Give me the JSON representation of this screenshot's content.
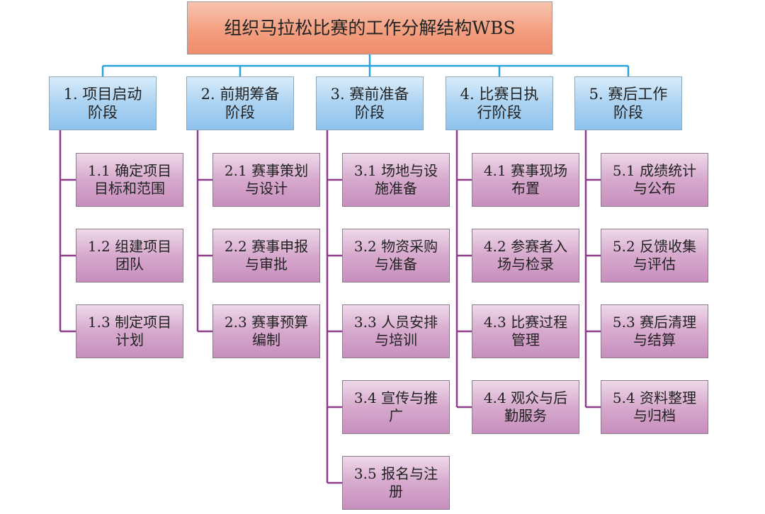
{
  "root": {
    "label": "组织马拉松比赛的工作分解结构WBS"
  },
  "phases": [
    {
      "label": "1. 项目启动\n阶段",
      "tasks": [
        "1.1 确定项目\n目标和范围",
        "1.2 组建项目\n团队",
        "1.3 制定项目\n计划"
      ]
    },
    {
      "label": "2. 前期筹备\n阶段",
      "tasks": [
        "2.1 赛事策划\n与设计",
        "2.2 赛事申报\n与审批",
        "2.3 赛事预算\n编制"
      ]
    },
    {
      "label": "3. 赛前准备\n阶段",
      "tasks": [
        "3.1 场地与设\n施准备",
        "3.2 物资采购\n与准备",
        "3.3 人员安排\n与培训",
        "3.4 宣传与推\n广",
        "3.5 报名与注\n册"
      ]
    },
    {
      "label": "4. 比赛日执\n行阶段",
      "tasks": [
        "4.1 赛事现场\n布置",
        "4.2 参赛者入\n场与检录",
        "4.3 比赛过程\n管理",
        "4.4 观众与后\n勤服务"
      ]
    },
    {
      "label": "5. 赛后工作\n阶段",
      "tasks": [
        "5.1 成绩统计\n与公布",
        "5.2 反馈收集\n与评估",
        "5.3 赛后清理\n与结算",
        "5.4 资料整理\n与归档"
      ]
    }
  ],
  "colors": {
    "blue_connector": "#29a3dc",
    "purple_connector": "#8e3b8a"
  }
}
